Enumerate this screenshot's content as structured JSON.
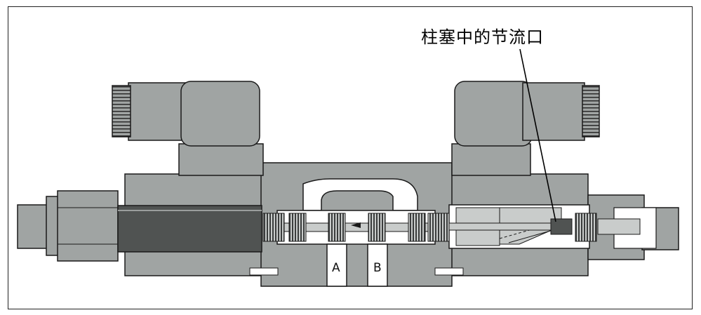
{
  "callout": {
    "text": "柱塞中的节流口"
  },
  "ports": [
    {
      "label": "A"
    },
    {
      "label": "B"
    }
  ],
  "colors": {
    "body": "#a0a4a3",
    "body_dark": "#8c908f",
    "cut_light": "#ffffff",
    "cut_mid": "#c9cccb",
    "outline": "#1a1a1a",
    "spool_dark": "#505352"
  }
}
